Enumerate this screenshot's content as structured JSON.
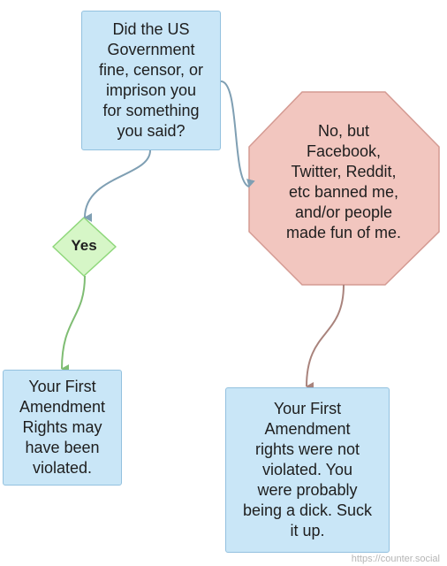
{
  "diagram": {
    "question": {
      "lines": [
        "Did the US",
        "Government",
        "fine, censor, or",
        "imprison you",
        "for something",
        "you said?"
      ]
    },
    "yes": {
      "label": "Yes"
    },
    "no": {
      "lines": [
        "No, but",
        "Facebook,",
        "Twitter, Reddit,",
        "etc banned me,",
        "and/or people",
        "made fun of me."
      ]
    },
    "left_result": {
      "lines": [
        "Your First",
        "Amendment",
        "Rights may",
        "have been",
        "violated."
      ]
    },
    "right_result": {
      "lines": [
        "Your First",
        "Amendment",
        "rights were not",
        "violated. You",
        "were probably",
        "being a dick. Suck",
        "it up."
      ]
    }
  },
  "watermark": "https://counter.social",
  "colors": {
    "box_fill": "#c9e6f7",
    "box_border": "#93c1df",
    "diamond_fill": "#d6f6c7",
    "diamond_border": "#8fd77b",
    "octagon_fill": "#f2c6bf",
    "octagon_border": "#d49a92",
    "arrow_blue": "#7f9fb3",
    "arrow_green": "#7fbd73",
    "arrow_brown": "#a9837c"
  }
}
